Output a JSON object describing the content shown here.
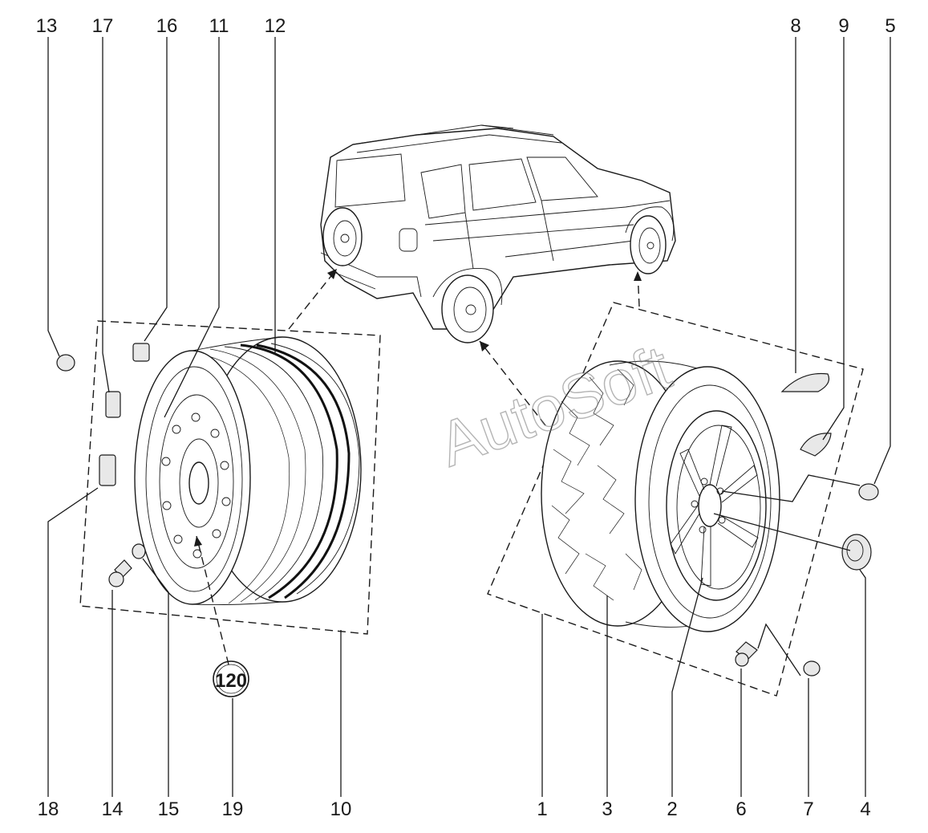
{
  "watermark": "AutoSoft",
  "badge": {
    "value": "120"
  },
  "callouts": {
    "n1": "1",
    "n2": "2",
    "n3": "3",
    "n4": "4",
    "n5": "5",
    "n6": "6",
    "n7": "7",
    "n8": "8",
    "n9": "9",
    "n10": "10",
    "n11": "11",
    "n12": "12",
    "n13": "13",
    "n14": "14",
    "n15": "15",
    "n16": "16",
    "n17": "17",
    "n18": "18",
    "n19": "19"
  },
  "colors": {
    "ink": "#1a1a1a",
    "background": "#ffffff",
    "watermark": "#777777"
  }
}
